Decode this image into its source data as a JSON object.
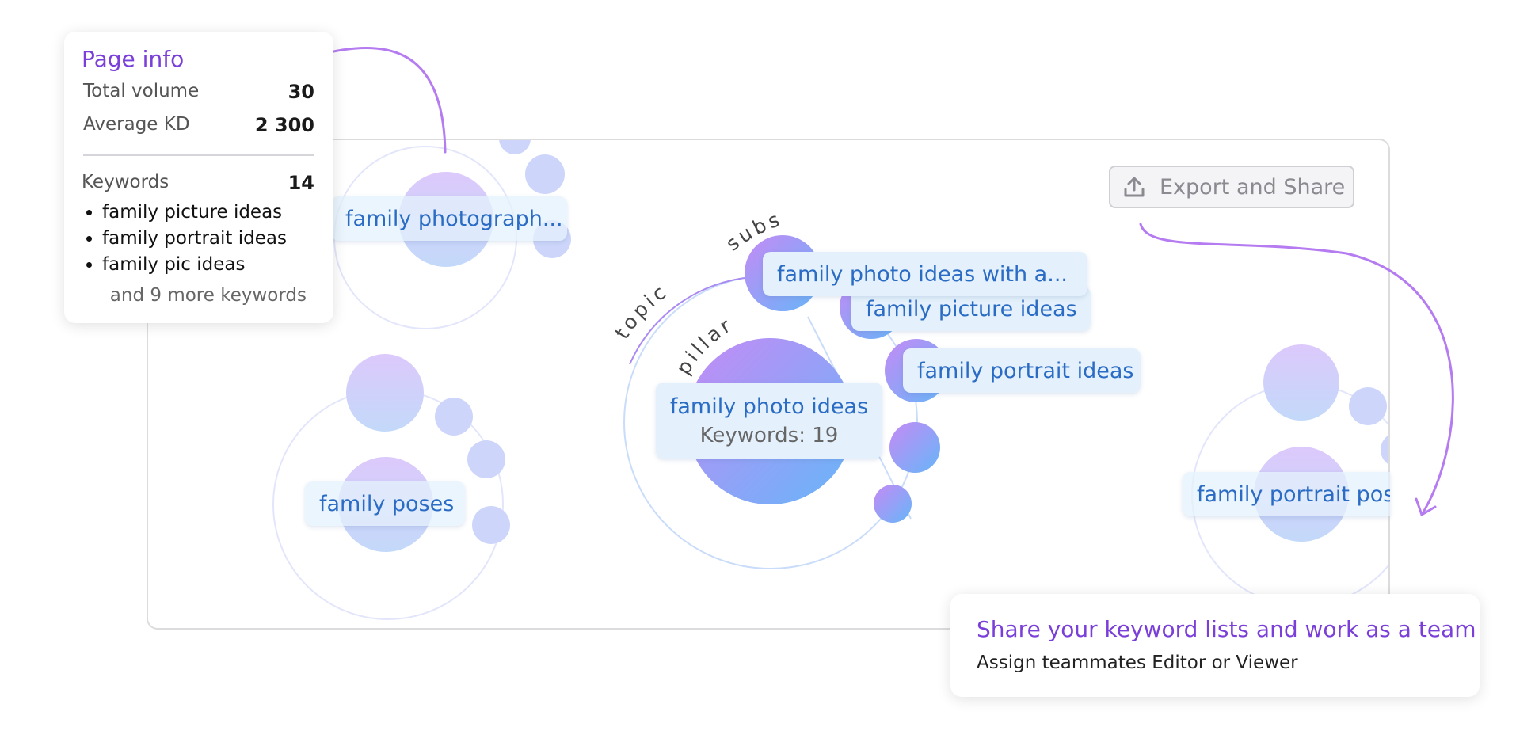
{
  "page_info": {
    "title": "Page info",
    "total_volume_label": "Total volume",
    "total_volume_value": "30",
    "average_kd_label": "Average KD",
    "average_kd_value": "2 300",
    "keywords_label": "Keywords",
    "keywords_value": "14",
    "keywords": [
      "family picture ideas",
      "family portrait ideas",
      "family pic ideas"
    ],
    "more_text": "and 9 more keywords"
  },
  "export_button": {
    "label": "Export and Share",
    "icon": "upload-icon"
  },
  "clusters": {
    "top_left": "family photograph...",
    "bottom_left": "family poses",
    "right": "family portrait pos"
  },
  "main_cluster": {
    "label": "family photo ideas",
    "keywords_text": "Keywords: 19",
    "arc_labels": {
      "topic": "topic",
      "pillar": "pillar",
      "subs": "subs"
    },
    "subtopics": [
      "family photo ideas with a...",
      "family picture ideas",
      "family portrait ideas"
    ]
  },
  "share_card": {
    "title": "Share your keyword lists and work as a team",
    "subtitle": "Assign teammates Editor or Viewer"
  },
  "colors": {
    "accent_purple": "#7a3fd8",
    "label_blue": "#2a6bc4",
    "label_bg": "#e4f1fc",
    "arrow": "#b57bf0"
  }
}
